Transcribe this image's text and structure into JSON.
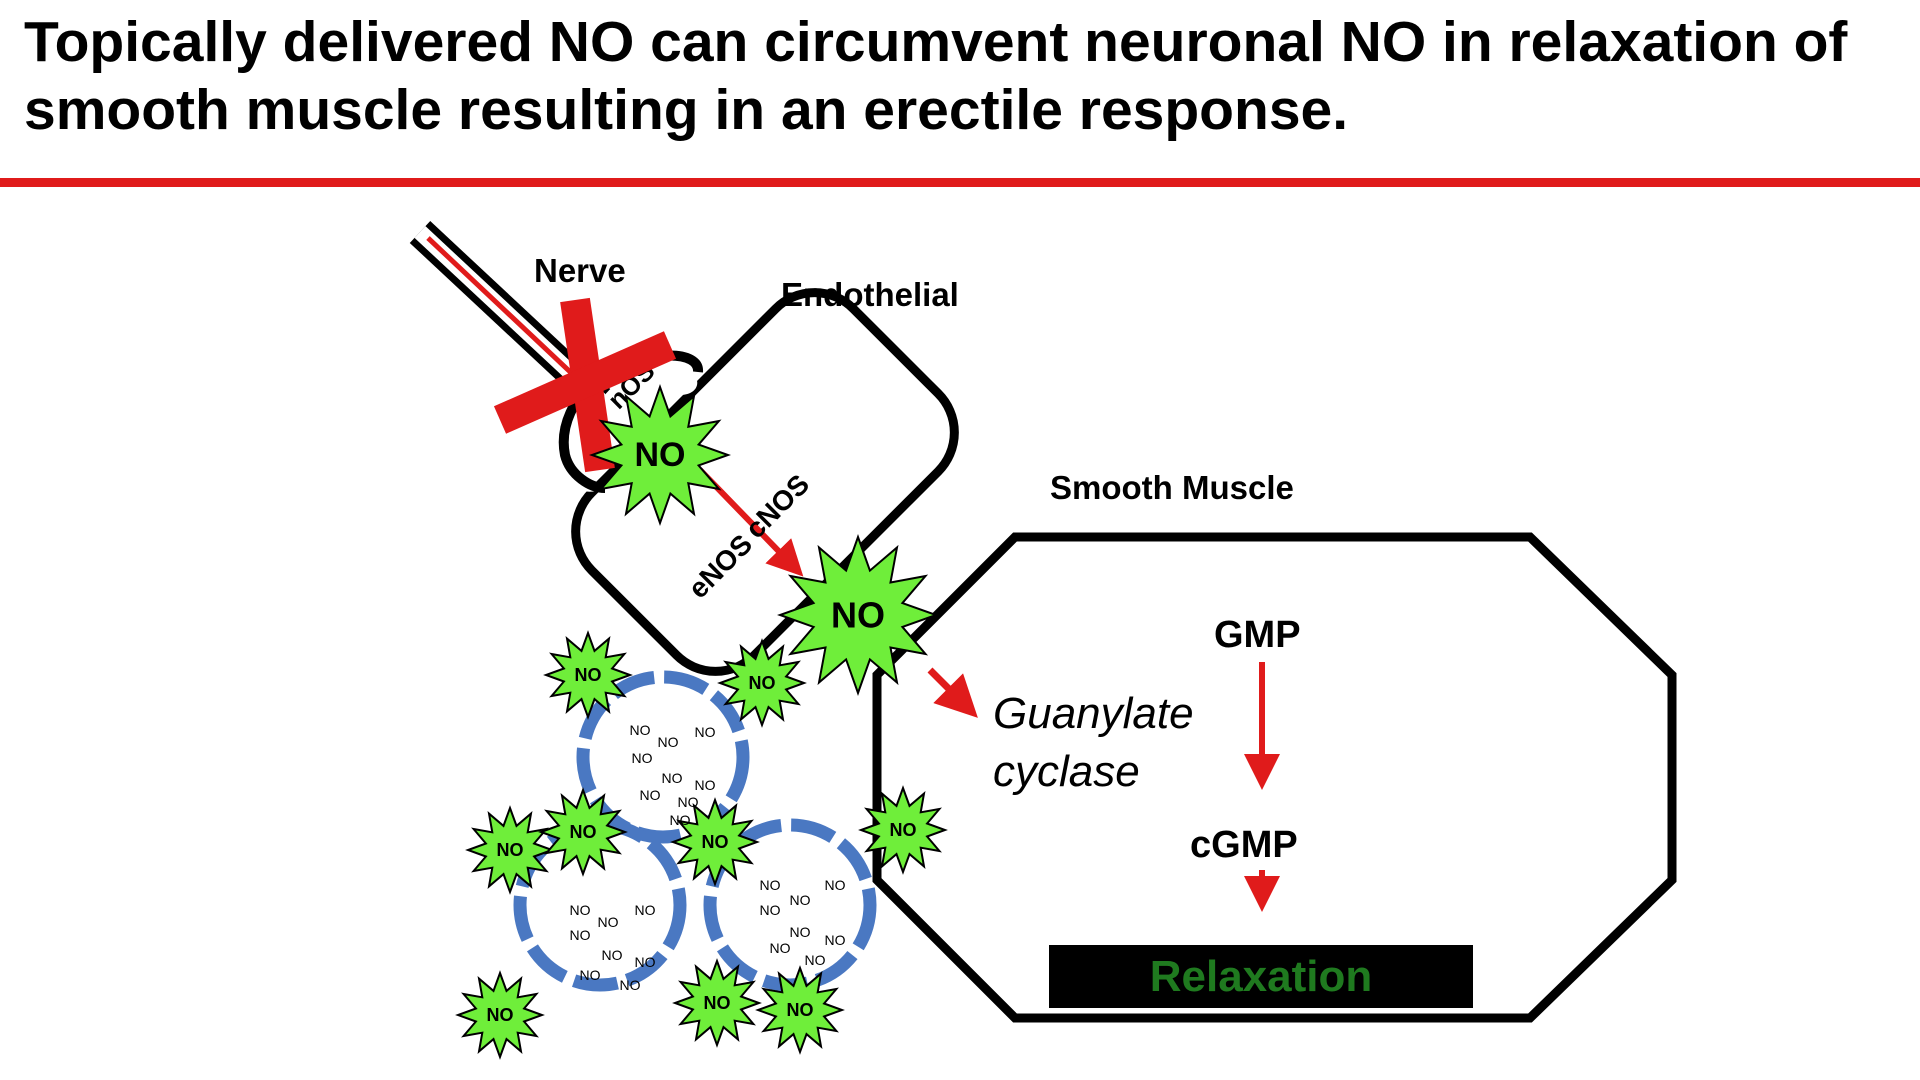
{
  "title": "Topically delivered NO can circumvent neuronal NO in relaxation of smooth muscle resulting in an erectile response.",
  "labels": {
    "nerve": "Nerve",
    "endothelial": "Endothelial",
    "smooth_muscle": "Smooth Muscle",
    "nos": "nOS",
    "enos": "eNOS",
    "cnos": "cNOS",
    "no": "NO",
    "gmp": "GMP",
    "guanylate_cyclase_line1": "Guanylate",
    "guanylate_cyclase_line2": "cyclase",
    "cgmp": "cGMP",
    "relaxation": "Relaxation"
  },
  "colors": {
    "red": "#e01b1b",
    "star_green": "#6fee3a",
    "vesicle_blue": "#4a78c2",
    "relaxation_text": "#1f7a1f",
    "relaxation_box": "#000000"
  }
}
